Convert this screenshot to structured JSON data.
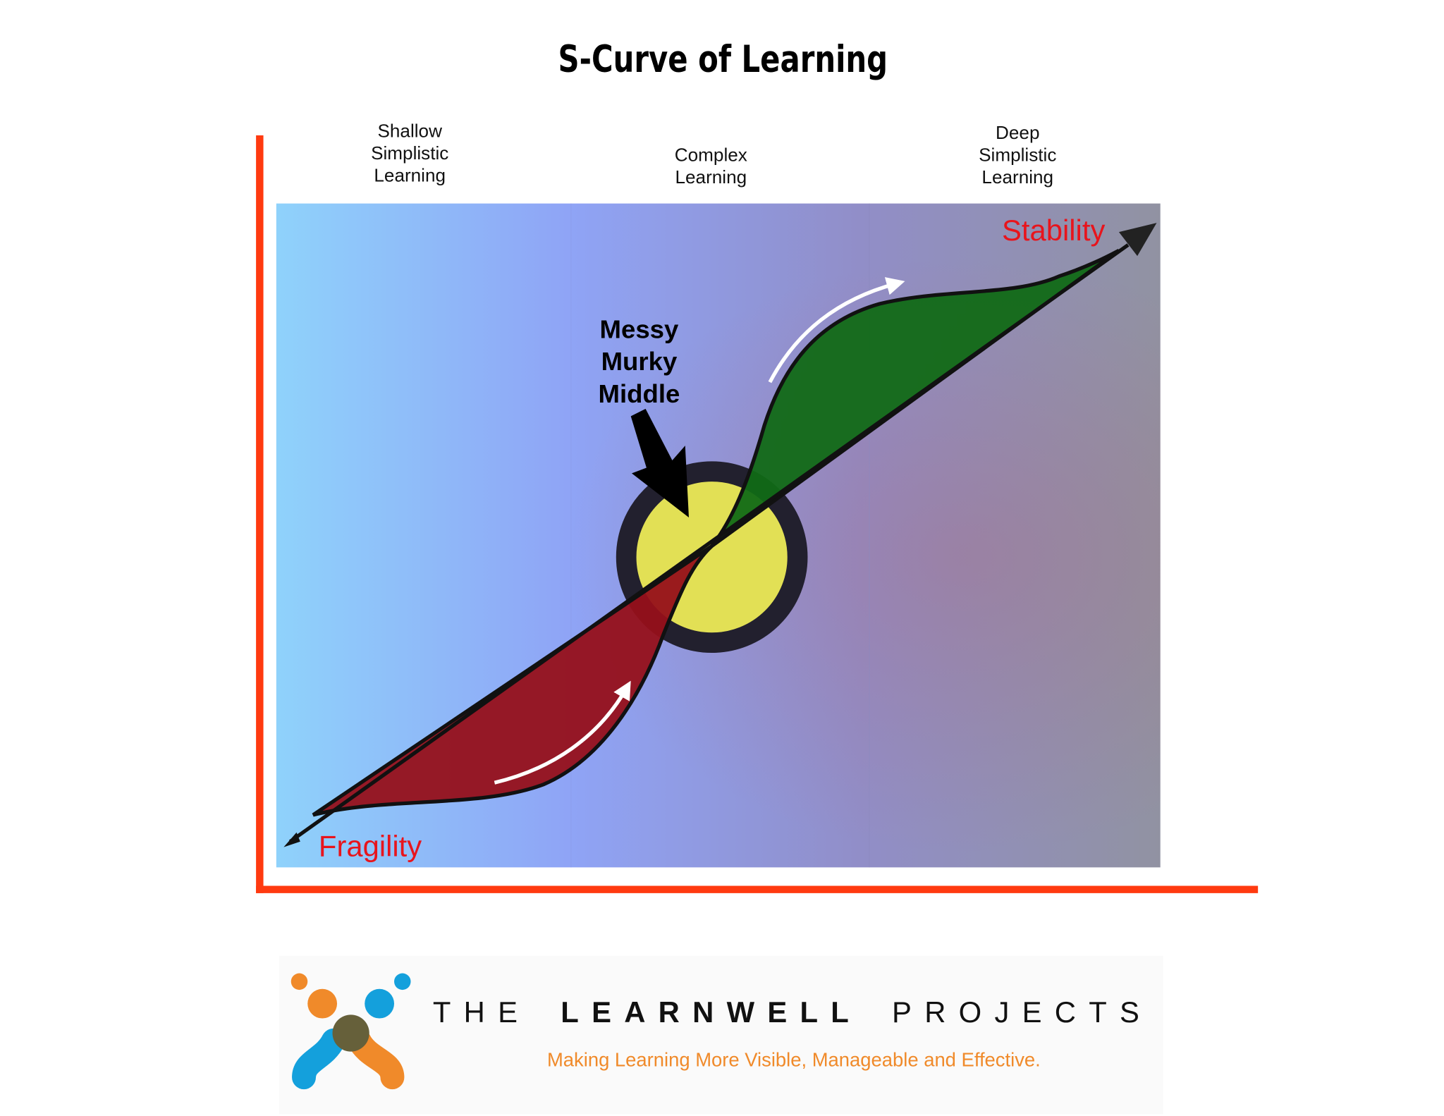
{
  "title": "S-Curve of Learning",
  "columns": [
    {
      "lines": [
        "Shallow",
        "Simplistic",
        "Learning"
      ]
    },
    {
      "lines": [
        "Complex",
        "Learning"
      ]
    },
    {
      "lines": [
        "Deep",
        "Simplistic",
        "Learning"
      ]
    }
  ],
  "callout": {
    "lines": [
      "Messy",
      "Murky",
      "Middle"
    ]
  },
  "labels": {
    "stability": "Stability",
    "fragility": "Fragility"
  },
  "logo": {
    "the": "THE",
    "learnwell": "LEARNWELL",
    "projects": "PROJECTS",
    "tagline": "Making Learning More Visible, Manageable and Effective."
  },
  "colors": {
    "axis": "#ff3a10",
    "fragility_fill": "#96101a",
    "stability_fill": "#116a16",
    "center": "#e2e055",
    "label_red": "#e8141c",
    "tagline": "#f08a2a"
  }
}
